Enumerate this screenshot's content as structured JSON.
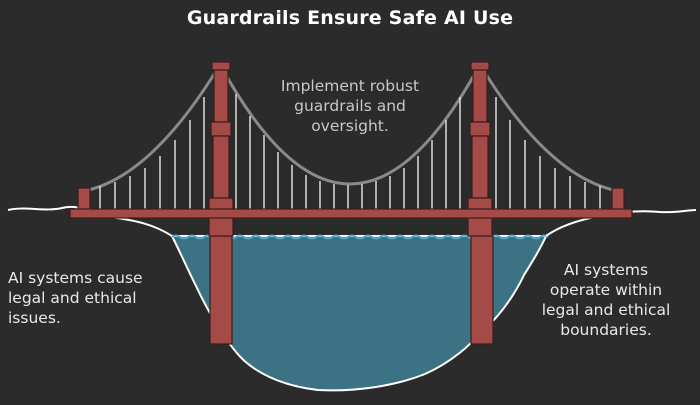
{
  "title": "Guardrails Ensure Safe AI Use",
  "center_text": [
    "Implement robust",
    "guardrails and",
    "oversight."
  ],
  "left_text": [
    "AI systems cause",
    "legal and ethical",
    "issues."
  ],
  "right_text": [
    "AI systems",
    "operate within",
    "legal and ethical",
    "boundaries."
  ],
  "colors": {
    "background": "#2b2b2b",
    "bridge": "#a44a47",
    "bridge_outline": "#3a1c1c",
    "water": "#3c7384",
    "water_surface": "#4fa8d8",
    "ground_line": "#ffffff",
    "cable": "#8a8a8a",
    "suspender": "#dcdcdc"
  }
}
